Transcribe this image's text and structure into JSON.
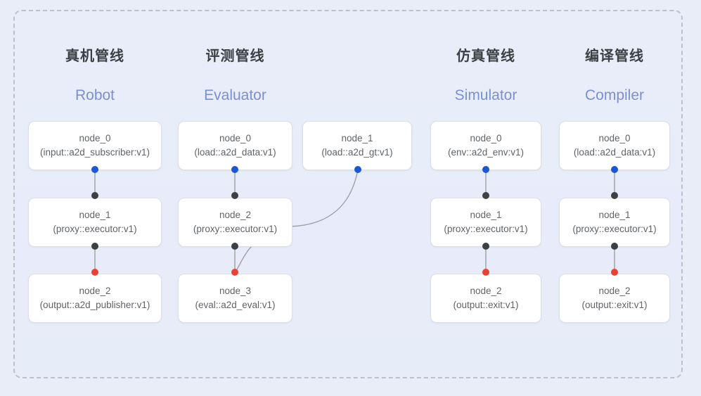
{
  "diagram": {
    "background_color": "#e9edf8",
    "frame_border_color": "#b9c0cf",
    "port_colors": {
      "blue": "#1a56d6",
      "black": "#3c4043",
      "red": "#ea4335"
    },
    "columns": [
      {
        "title_cn": "真机管线",
        "title_en": "Robot",
        "nodes": [
          {
            "name": "node_0",
            "type": "(input::a2d_subscriber:v1)"
          },
          {
            "name": "node_1",
            "type": "(proxy::executor:v1)"
          },
          {
            "name": "node_2",
            "type": "(output::a2d_publisher:v1)"
          }
        ]
      },
      {
        "title_cn": "评测管线",
        "title_en": "Evaluator",
        "nodes": [
          {
            "name": "node_0",
            "type": "(load::a2d_data:v1)"
          },
          {
            "name": "node_1",
            "type": "(load::a2d_gt:v1)"
          },
          {
            "name": "node_2",
            "type": "(proxy::executor:v1)"
          },
          {
            "name": "node_3",
            "type": "(eval::a2d_eval:v1)"
          }
        ]
      },
      {
        "title_cn": "仿真管线",
        "title_en": "Simulator",
        "nodes": [
          {
            "name": "node_0",
            "type": "(env::a2d_env:v1)"
          },
          {
            "name": "node_1",
            "type": "(proxy::executor:v1)"
          },
          {
            "name": "node_2",
            "type": "(output::exit:v1)"
          }
        ]
      },
      {
        "title_cn": "编译管线",
        "title_en": "Compiler",
        "nodes": [
          {
            "name": "node_0",
            "type": "(load::a2d_data:v1)"
          },
          {
            "name": "node_1",
            "type": "(proxy::executor:v1)"
          },
          {
            "name": "node_2",
            "type": "(output::exit:v1)"
          }
        ]
      }
    ]
  }
}
